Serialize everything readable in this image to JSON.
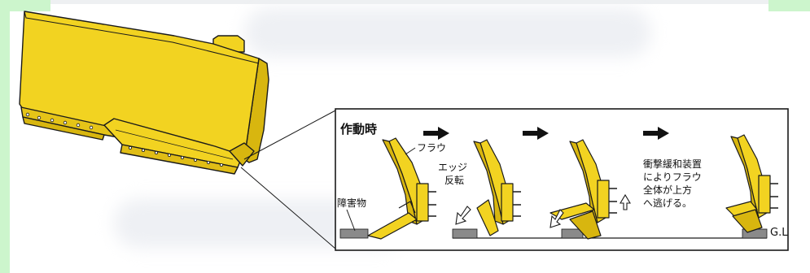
{
  "diagram": {
    "title": "作動時",
    "labels": {
      "flow": "フラウ",
      "edge_line1": "エッジ",
      "edge_line2": "反転",
      "obstacle": "障害物",
      "shock_line1": "衝撃緩和装置",
      "shock_line2": "によりフラウ",
      "shock_line3": "全体が上方",
      "shock_line4": "へ逃げる。",
      "ground": "G.L"
    }
  },
  "colors": {
    "blade_yellow": "#f2d321",
    "blade_shadow": "#d8b60f",
    "outline": "#1a1a1a",
    "background_green": "#ccf5cc",
    "obstacle_gray": "#8a8a8a"
  }
}
